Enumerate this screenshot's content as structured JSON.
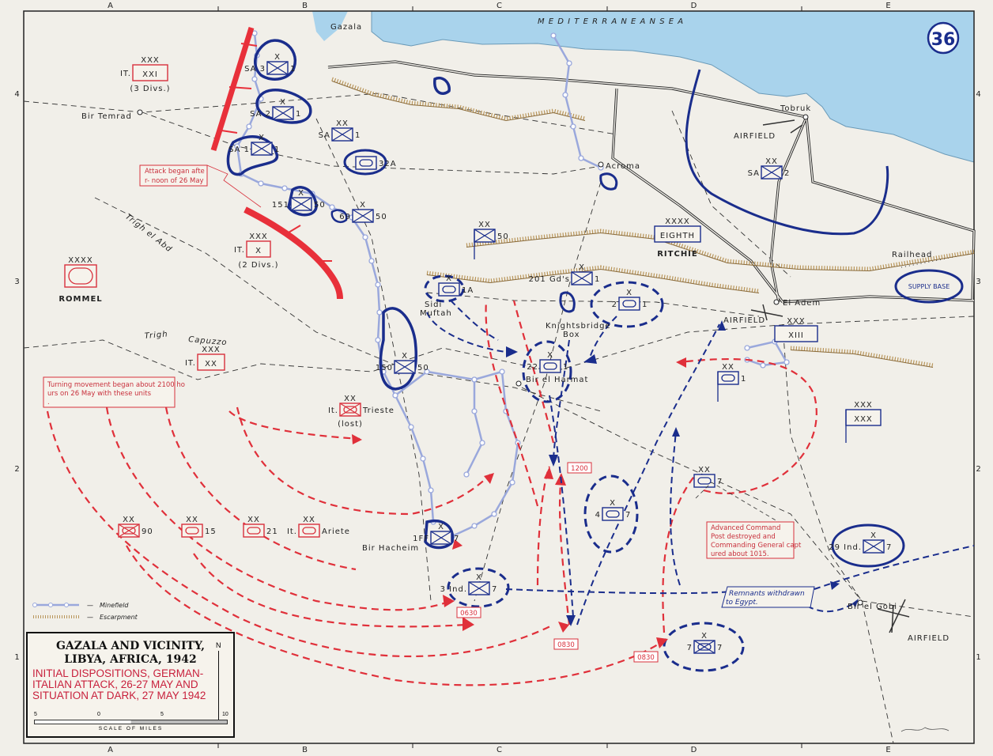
{
  "map_number": "36",
  "title": {
    "main": "GAZALA AND VICINITY, LIBYA, AFRICA, 1942",
    "sub": "INITIAL DISPOSITIONS, GERMAN-ITALIAN ATTACK, 26-27 MAY AND SITUATION AT DARK, 27 MAY 1942"
  },
  "scale": {
    "ticks": [
      "5",
      "0",
      "5",
      "10"
    ],
    "label": "SCALE OF MILES"
  },
  "north_arrow": "N",
  "grid": {
    "columns": [
      "A",
      "B",
      "C",
      "D",
      "E"
    ],
    "rows": [
      "4",
      "3",
      "2",
      "1"
    ]
  },
  "legend": {
    "minefield": "Minefield",
    "escarpment": "Escarpment"
  },
  "colors": {
    "axis": "#d8303c",
    "allied": "#1a2d8c",
    "minefield": "#9aa8dc",
    "sea": "#a9d3ec",
    "escarpment": "#b8955a"
  },
  "places": [
    {
      "id": "sea",
      "text": "M E D I T E R R A N E A N     S E A"
    },
    {
      "id": "gazala",
      "text": "Gazala"
    },
    {
      "id": "tobruk",
      "text": "Tobruk"
    },
    {
      "id": "airfield1",
      "text": "AIRFIELD"
    },
    {
      "id": "acroma",
      "text": "Acroma"
    },
    {
      "id": "eladem",
      "text": "El Adem"
    },
    {
      "id": "airfield2",
      "text": "AIRFIELD"
    },
    {
      "id": "railhead",
      "text": "Railhead"
    },
    {
      "id": "birtemrad",
      "text": "Bir Temrad"
    },
    {
      "id": "trighabd",
      "text": "Trigh el Abd"
    },
    {
      "id": "trighcap1",
      "text": "Trigh"
    },
    {
      "id": "trighcap2",
      "text": "Capuzzo"
    },
    {
      "id": "sidi",
      "text": "Sidi"
    },
    {
      "id": "muftah",
      "text": "Muftah"
    },
    {
      "id": "knights",
      "text": "Knightsbridge"
    },
    {
      "id": "box",
      "text": "Box"
    },
    {
      "id": "harmat",
      "text": "Bir el Harmat"
    },
    {
      "id": "hacheim",
      "text": "Bir Hacheim"
    },
    {
      "id": "gobi",
      "text": "Bir el Gobi"
    },
    {
      "id": "airfield3",
      "text": "AIRFIELD"
    }
  ],
  "units": [
    {
      "id": "xxi",
      "side": "axis",
      "echelon": "XXX",
      "type": "hq",
      "left": "IT.",
      "inside": "XXI",
      "right": "",
      "below": "(3 Divs.)"
    },
    {
      "id": "itx",
      "side": "axis",
      "echelon": "XXX",
      "type": "hq",
      "left": "IT.",
      "inside": "X",
      "right": "",
      "below": "(2 Divs.)"
    },
    {
      "id": "rommel",
      "side": "axis",
      "echelon": "XXXX",
      "type": "armor",
      "left": "",
      "inside": "",
      "right": "",
      "below": "ROMMEL"
    },
    {
      "id": "itxx",
      "side": "axis",
      "echelon": "XXX",
      "type": "hq",
      "left": "IT.",
      "inside": "XX",
      "right": "",
      "below": ""
    },
    {
      "id": "trieste",
      "side": "axis",
      "echelon": "XX",
      "type": "motinf",
      "left": "It.",
      "inside": "",
      "right": "Trieste",
      "below": "(lost)"
    },
    {
      "id": "d90",
      "side": "axis",
      "echelon": "XX",
      "type": "motinf",
      "left": "",
      "inside": "",
      "right": "90",
      "below": ""
    },
    {
      "id": "d15",
      "side": "axis",
      "echelon": "XX",
      "type": "armor",
      "left": "",
      "inside": "",
      "right": "15",
      "below": ""
    },
    {
      "id": "d21",
      "side": "axis",
      "echelon": "XX",
      "type": "armor",
      "left": "",
      "inside": "",
      "right": "21",
      "below": ""
    },
    {
      "id": "ariete",
      "side": "axis",
      "echelon": "XX",
      "type": "armor",
      "left": "It.",
      "inside": "",
      "right": "Ariete",
      "below": ""
    },
    {
      "id": "sa3",
      "side": "allied",
      "echelon": "X",
      "type": "infantry",
      "left": "SA 3",
      "inside": "",
      "right": "1",
      "below": ""
    },
    {
      "id": "sa2",
      "side": "allied",
      "echelon": "X",
      "type": "infantry",
      "left": "SA 2",
      "inside": "",
      "right": "1",
      "below": ""
    },
    {
      "id": "sa1",
      "side": "allied",
      "echelon": "X",
      "type": "infantry",
      "left": "SA 1",
      "inside": "",
      "right": "1",
      "below": ""
    },
    {
      "id": "sadiv1",
      "side": "allied",
      "echelon": "XX",
      "type": "infantry",
      "left": "SA",
      "inside": "",
      "right": "1",
      "below": ""
    },
    {
      "id": "b32a",
      "side": "allied",
      "echelon": "",
      "type": "armor",
      "left": "",
      "inside": "",
      "right": "32A",
      "below": ""
    },
    {
      "id": "b151",
      "side": "allied",
      "echelon": "X",
      "type": "infantry",
      "left": "151",
      "inside": "",
      "right": "50",
      "below": ""
    },
    {
      "id": "b69",
      "side": "allied",
      "echelon": "X",
      "type": "infantry",
      "left": "69",
      "inside": "",
      "right": "50",
      "below": ""
    },
    {
      "id": "d50",
      "side": "allied",
      "echelon": "XX",
      "type": "infantry",
      "left": "",
      "inside": "",
      "right": "50",
      "below": ""
    },
    {
      "id": "eighth",
      "side": "allied",
      "echelon": "XXXX",
      "type": "hq",
      "left": "",
      "inside": "EIGHTH",
      "right": "",
      "below": "RITCHIE"
    },
    {
      "id": "b1a",
      "side": "allied",
      "echelon": "X",
      "type": "armor",
      "left": "",
      "inside": "",
      "right": "1A",
      "below": ""
    },
    {
      "id": "gds",
      "side": "allied",
      "echelon": "X",
      "type": "infantry",
      "left": "201 Gd's",
      "inside": "",
      "right": "1",
      "below": ""
    },
    {
      "id": "b2",
      "side": "allied",
      "echelon": "X",
      "type": "armor",
      "left": "2",
      "inside": "",
      "right": "1",
      "below": ""
    },
    {
      "id": "xiii",
      "side": "allied",
      "echelon": "XXX",
      "type": "hq",
      "left": "",
      "inside": "XIII",
      "right": "",
      "below": ""
    },
    {
      "id": "b22",
      "side": "allied",
      "echelon": "X",
      "type": "armor",
      "left": "22",
      "inside": "",
      "right": "1",
      "below": ""
    },
    {
      "id": "d1arm",
      "side": "allied",
      "echelon": "XX",
      "type": "armor",
      "left": "",
      "inside": "",
      "right": "1",
      "below": ""
    },
    {
      "id": "xxx",
      "side": "allied",
      "echelon": "XXX",
      "type": "hq",
      "left": "",
      "inside": "XXX",
      "right": "",
      "below": ""
    },
    {
      "id": "b150",
      "side": "allied",
      "echelon": "X",
      "type": "infantry",
      "left": "150",
      "inside": "",
      "right": "50",
      "below": ""
    },
    {
      "id": "ff1",
      "side": "allied",
      "echelon": "X",
      "type": "infantry",
      "left": "1FF",
      "inside": "",
      "right": "7",
      "below": ""
    },
    {
      "id": "ind3",
      "side": "allied",
      "echelon": "X",
      "type": "infantry",
      "left": "3 Ind.",
      "inside": "",
      "right": "7",
      "below": ""
    },
    {
      "id": "b4",
      "side": "allied",
      "echelon": "X",
      "type": "armor",
      "left": "4",
      "inside": "",
      "right": "7",
      "below": ""
    },
    {
      "id": "d7arm",
      "side": "allied",
      "echelon": "XX",
      "type": "armor",
      "left": "",
      "inside": "",
      "right": "7",
      "below": ""
    },
    {
      "id": "ind29",
      "side": "allied",
      "echelon": "X",
      "type": "infantry",
      "left": "29 Ind.",
      "inside": "",
      "right": "7",
      "below": ""
    },
    {
      "id": "b7",
      "side": "allied",
      "echelon": "X",
      "type": "motinf",
      "left": "7",
      "inside": "",
      "right": "7",
      "below": ""
    },
    {
      "id": "sa2div",
      "side": "allied",
      "echelon": "XX",
      "type": "infantry",
      "left": "SA",
      "inside": "",
      "right": "2",
      "below": ""
    }
  ],
  "supply_base": "SUPPLY BASE",
  "times": [
    "1200",
    "0630",
    "0830",
    "0830"
  ],
  "notes": {
    "attack": "Attack began after- noon of 26 May",
    "turning": "Turning movement began about 2100 hours on 26 May with these units.",
    "command": "Advanced Command Post destroyed and Commanding General captured about 1015.",
    "remnants": "Remnants withdrawn to Egypt."
  }
}
